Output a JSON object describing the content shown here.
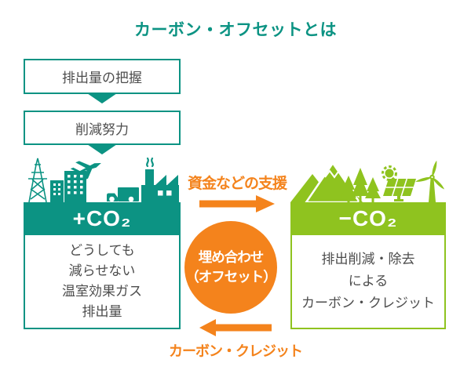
{
  "title": "カーボン・オフセットとは",
  "colors": {
    "teal": "#0c9383",
    "green": "#8fc31f",
    "orange": "#f4831c",
    "body_text": "#4d4d4d"
  },
  "flow": {
    "step1": "排出量の把握",
    "step2": "削減努力"
  },
  "left_panel": {
    "banner": "+CO₂",
    "body": "どうしても\n減らせない\n温室効果ガス\n排出量",
    "icons": [
      "transmission-tower",
      "buildings",
      "airplane",
      "truck",
      "factory-with-smoke"
    ]
  },
  "right_panel": {
    "banner": "−CO₂",
    "body": "排出削減・除去\nによる\nカーボン・クレジット",
    "icons": [
      "mountains",
      "conifer-trees",
      "sun-gear",
      "solar-panel",
      "wind-turbine"
    ]
  },
  "exchange": {
    "top_label": "資金などの支援",
    "circle_label": "埋め合わせ\n（オフセット）",
    "bottom_label": "カーボン・クレジット"
  }
}
